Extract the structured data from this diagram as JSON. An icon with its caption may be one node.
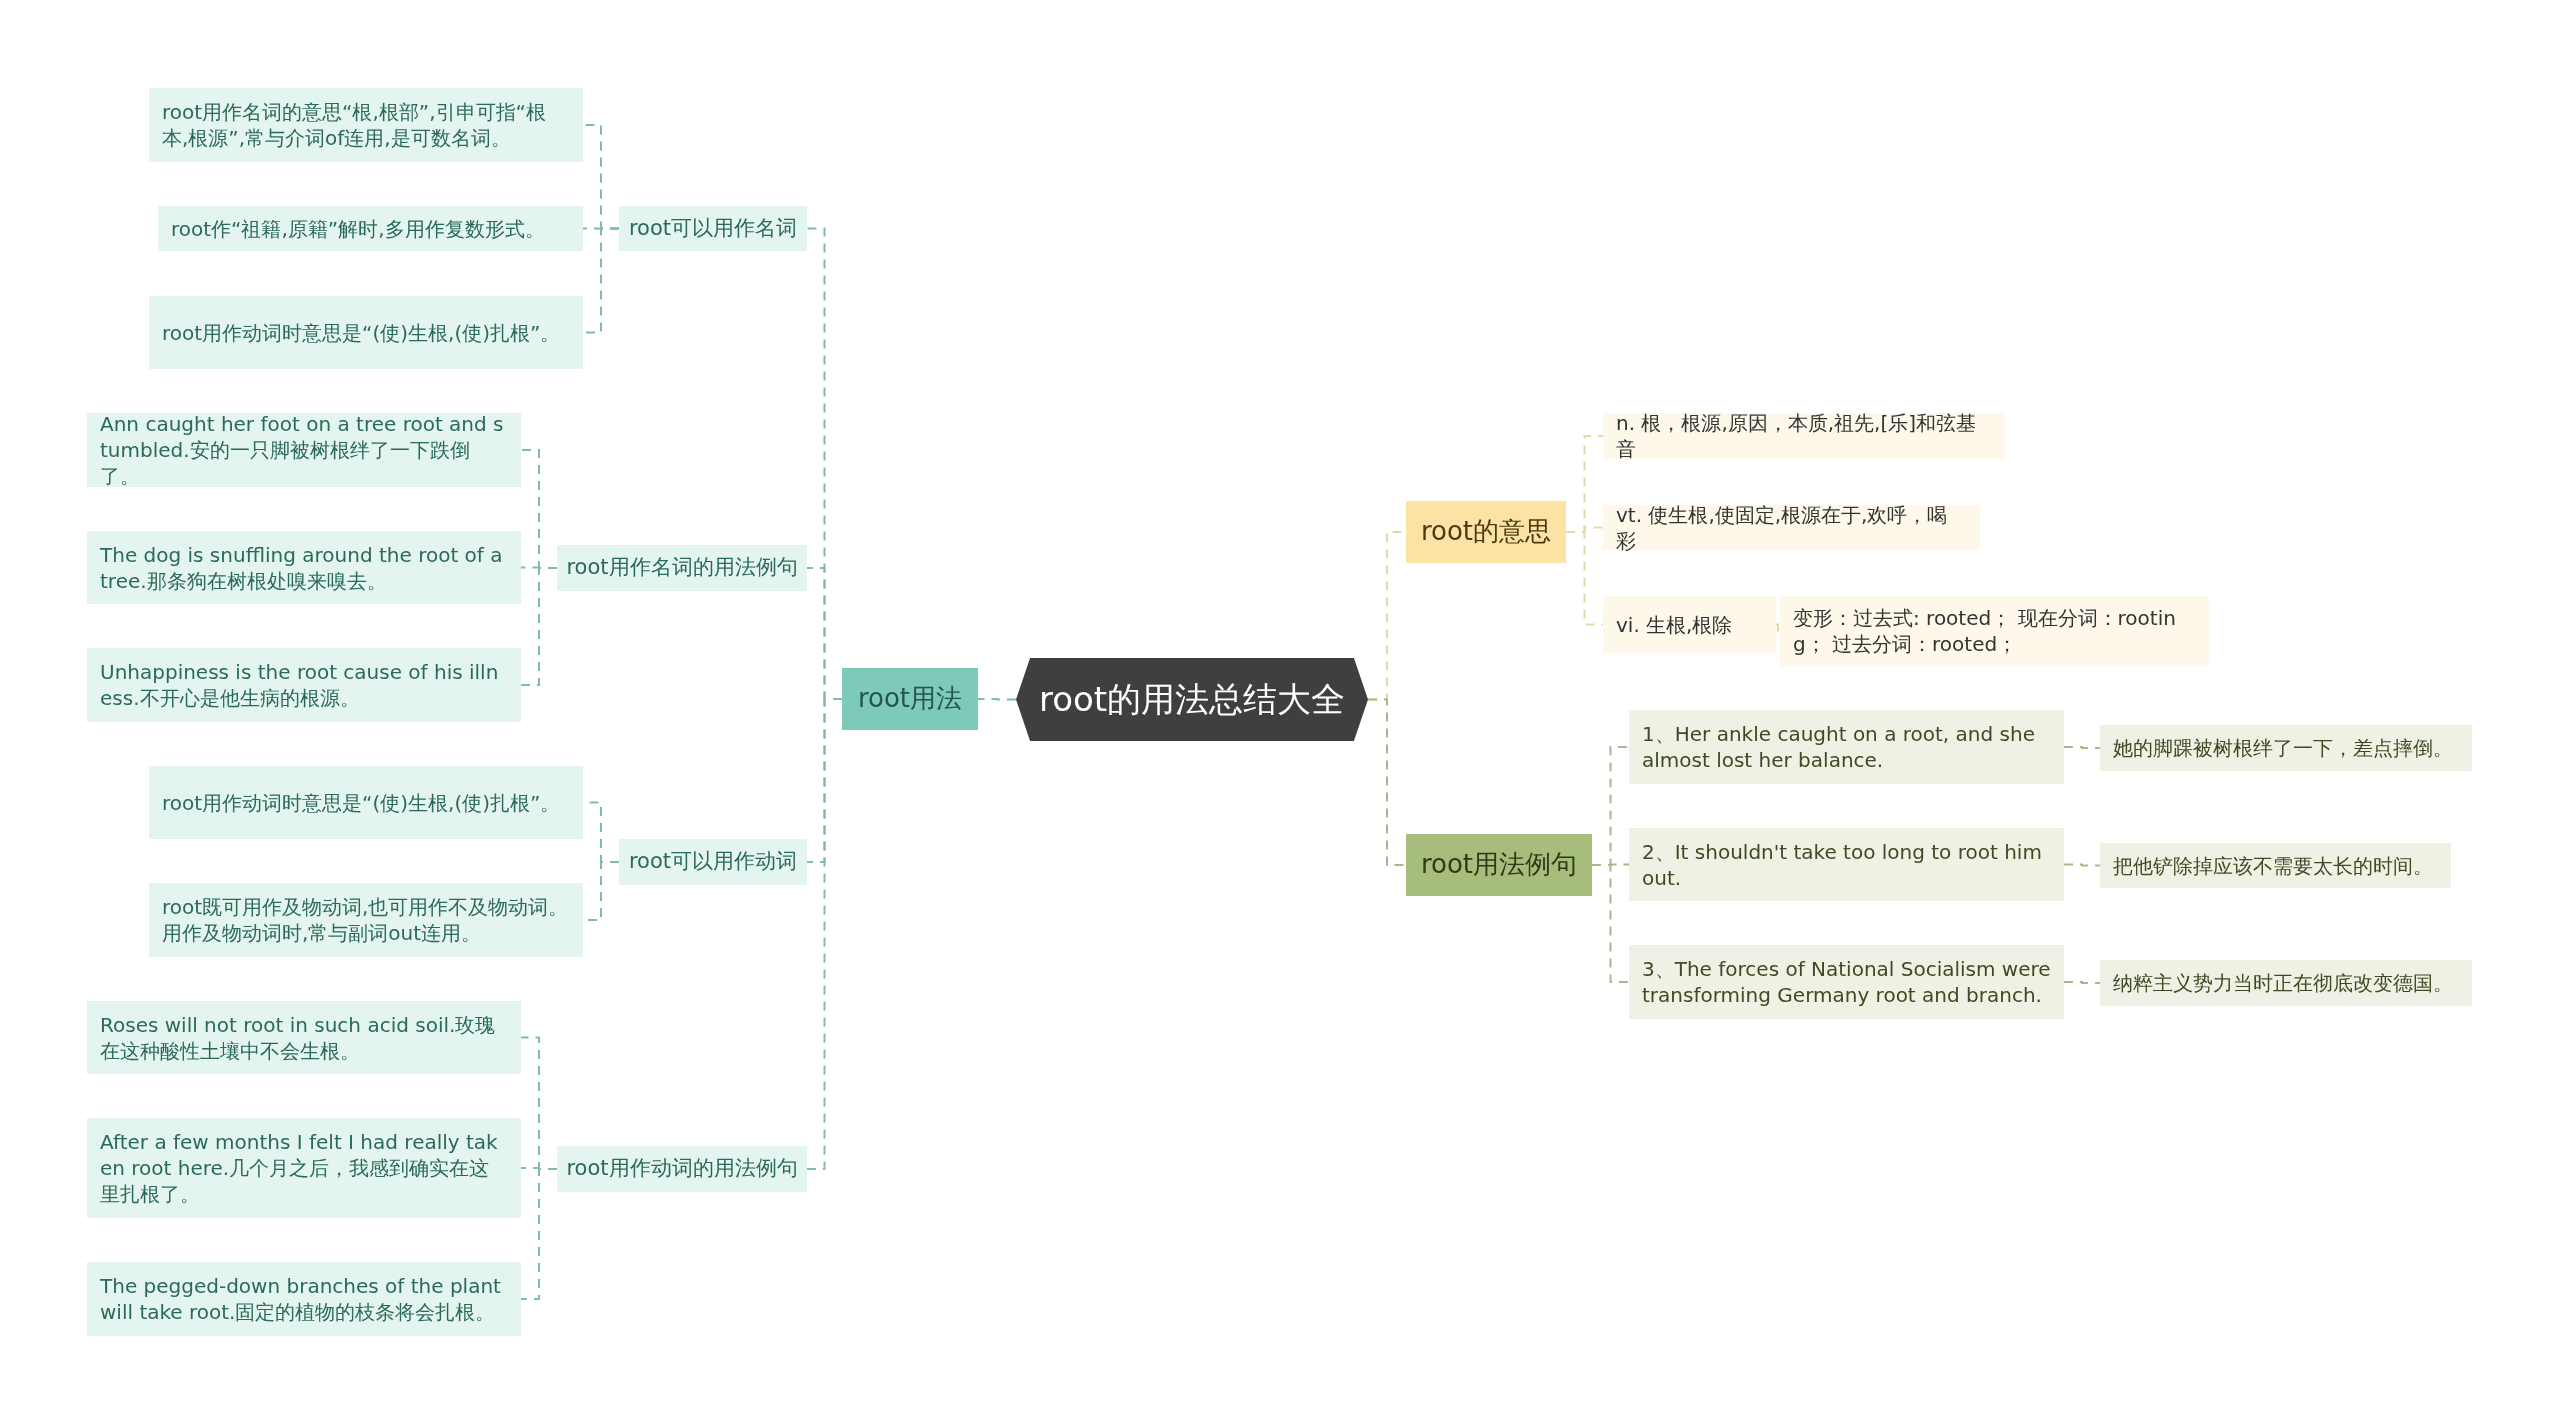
{
  "diagram": {
    "nodes": [
      {
        "text": [
          "root的用法总结大全"
        ]
      },
      {
        "text": [
          "root用法"
        ]
      },
      {
        "text": [
          "root可以用作名词"
        ]
      },
      {
        "text": [
          "root用作名词的意思“根,根部”,引申可指“根本,根源”,常与介词of连用,是可数名词。"
        ]
      },
      {
        "text": [
          "root作“祖籍,原籍”解时,多用作复数形式。"
        ]
      },
      {
        "text": [
          "root用作动词时意思是“(使)生根,(使)扎根”。"
        ]
      },
      {
        "text": [
          "root用作名词的用法例句"
        ]
      },
      {
        "text": [
          "Ann caught her foot on a tree root and stumbled.安的一只脚被树根绊了一下跌倒了。"
        ]
      },
      {
        "text": [
          "The dog is snuffling around the root of a tree.那条狗在树根处嗅来嗅去。"
        ]
      },
      {
        "text": [
          "Unhappiness is the root cause of his illness.不开心是他生病的根源。"
        ]
      },
      {
        "text": [
          "root可以用作动词"
        ]
      },
      {
        "text": [
          "root用作动词时意思是“(使)生根,(使)扎根”。"
        ]
      },
      {
        "text": [
          "root既可用作及物动词,也可用作不及物动词。用作及物动词时,常与副词out连用。"
        ]
      },
      {
        "text": [
          "root用作动词的用法例句"
        ]
      },
      {
        "text": [
          "Roses will not root in such acid soil.玫瑰在这种酸性土壤中不会生根。"
        ]
      },
      {
        "text": [
          "After a few months I felt I had really taken root here.几个月之后，我感到确实在这里扎根了。"
        ]
      },
      {
        "text": [
          "The pegged-down branches of the plant will take root.固定的植物的枝条将会扎根。"
        ]
      },
      {
        "text": [
          "root的意思"
        ]
      },
      {
        "text": [
          "n. 根，根源,原因，本质,祖先,[乐]和弦基音"
        ]
      },
      {
        "text": [
          "vt. 使生根,使固定,根源在于,欢呼，喝彩"
        ]
      },
      {
        "text": [
          "vi. 生根,根除"
        ]
      },
      {
        "text": [
          "变形：过去式: rooted；  现在分词：rooting；  过去分词：rooted；"
        ]
      },
      {
        "text": [
          "root用法例句"
        ]
      },
      {
        "text": [
          "1、Her ankle caught on a root, and she almost lost her balance."
        ]
      },
      {
        "text": [
          "她的脚踝被树根绊了一下，差点摔倒。"
        ]
      },
      {
        "text": [
          "2、It shouldn't take too long to root him out."
        ]
      },
      {
        "text": [
          "把他铲除掉应该不需要太长的时间。"
        ]
      },
      {
        "text": [
          "3、The forces of National Socialism were transforming Germany root and branch."
        ]
      },
      {
        "text": [
          "纳粹主义势力当时正在彻底改变德国。"
        ]
      }
    ],
    "edges": [
      {
        "from": 0,
        "to": 1,
        "arrow": "none"
      },
      {
        "from": 1,
        "to": 2,
        "arrow": "none"
      },
      {
        "from": 2,
        "to": 3,
        "arrow": "none"
      },
      {
        "from": 2,
        "to": 4,
        "arrow": "none"
      },
      {
        "from": 2,
        "to": 5,
        "arrow": "none"
      },
      {
        "from": 1,
        "to": 6,
        "arrow": "none"
      },
      {
        "from": 6,
        "to": 7,
        "arrow": "none"
      },
      {
        "from": 6,
        "to": 8,
        "arrow": "none"
      },
      {
        "from": 6,
        "to": 9,
        "arrow": "none"
      },
      {
        "from": 1,
        "to": 10,
        "arrow": "none"
      },
      {
        "from": 10,
        "to": 11,
        "arrow": "none"
      },
      {
        "from": 10,
        "to": 12,
        "arrow": "none"
      },
      {
        "from": 1,
        "to": 13,
        "arrow": "none"
      },
      {
        "from": 13,
        "to": 14,
        "arrow": "none"
      },
      {
        "from": 13,
        "to": 15,
        "arrow": "none"
      },
      {
        "from": 13,
        "to": 16,
        "arrow": "none"
      },
      {
        "from": 0,
        "to": 17,
        "arrow": "none",
        "color": "#e6d9a6"
      },
      {
        "from": 17,
        "to": 18,
        "arrow": "none",
        "color": "#e6d9a6"
      },
      {
        "from": 17,
        "to": 19,
        "arrow": "none",
        "color": "#e6d9a6"
      },
      {
        "from": 17,
        "to": 20,
        "arrow": "none",
        "color": "#e6d9a6"
      },
      {
        "from": 20,
        "to": 21,
        "arrow": "none",
        "color": "#e6d9a6"
      },
      {
        "from": 0,
        "to": 22,
        "arrow": "none",
        "color": "#a9b78c"
      },
      {
        "from": 22,
        "to": 23,
        "arrow": "none",
        "color": "#a9b78c"
      },
      {
        "from": 22,
        "to": 25,
        "arrow": "none",
        "color": "#a9b78c"
      },
      {
        "from": 22,
        "to": 27,
        "arrow": "none",
        "color": "#a9b78c"
      },
      {
        "from": 23,
        "to": 24,
        "arrow": "none",
        "color": "#a9b78c"
      },
      {
        "from": 25,
        "to": 26,
        "arrow": "none",
        "color": "#a9b78c"
      },
      {
        "from": 27,
        "to": 28,
        "arrow": "none",
        "color": "#a9b78c"
      }
    ]
  }
}
